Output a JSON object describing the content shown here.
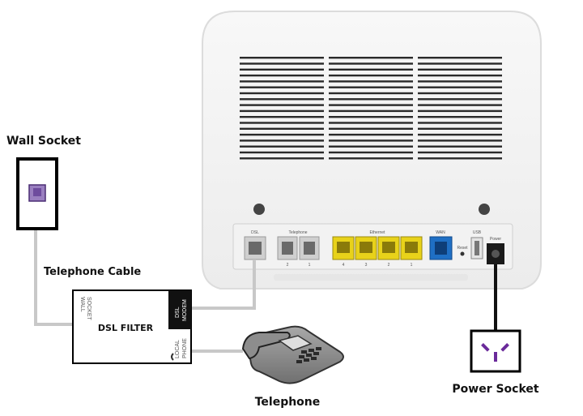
{
  "labels": {
    "wall_socket": "Wall Socket",
    "telephone_cable": "Telephone Cable",
    "dsl_filter": "DSL FILTER",
    "telephone": "Telephone",
    "power_socket": "Power Socket"
  },
  "filter_ports": {
    "wall_socket": [
      "WALL",
      "SOCKET"
    ],
    "dsl_modem": [
      "DSL",
      "MODEM"
    ],
    "local_phone": [
      "LOCAL",
      "PHONE"
    ]
  },
  "router_ports": {
    "dsl": "DSL",
    "telephone": "Telephone",
    "telephone_numbers": [
      "2",
      "1"
    ],
    "ethernet": "Ethernet",
    "ethernet_numbers": [
      "4",
      "3",
      "2",
      "1"
    ],
    "wan": "WAN",
    "reset": "Reset",
    "usb": "USB",
    "power": "Power"
  },
  "colors": {
    "ethernet_port": "#e8d21a",
    "wan_port": "#1f6fc4",
    "wall_socket_jack": "#9a7fc0",
    "power_plug": "#6a2a9a",
    "cable": "#c8c8c8"
  },
  "icons": {
    "phone": "desk-phone-icon",
    "power": "power-plug-icon",
    "jack": "phone-jack-icon"
  }
}
